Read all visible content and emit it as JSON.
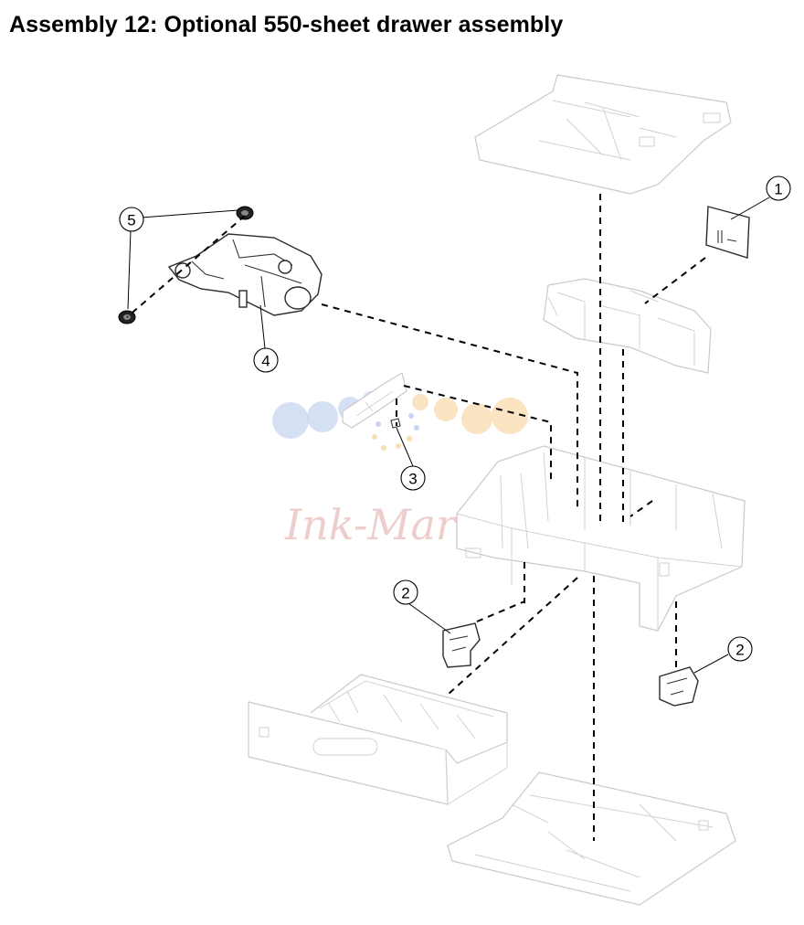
{
  "title": "Assembly 12:  Optional 550-sheet drawer assembly",
  "callouts": [
    "1",
    "2",
    "3",
    "4",
    "5"
  ],
  "watermark": {
    "text": "Ink-Market",
    "dot_colors": [
      "#c7d6f1",
      "#f9ddb3"
    ],
    "text_color": "#e7b8b8"
  }
}
